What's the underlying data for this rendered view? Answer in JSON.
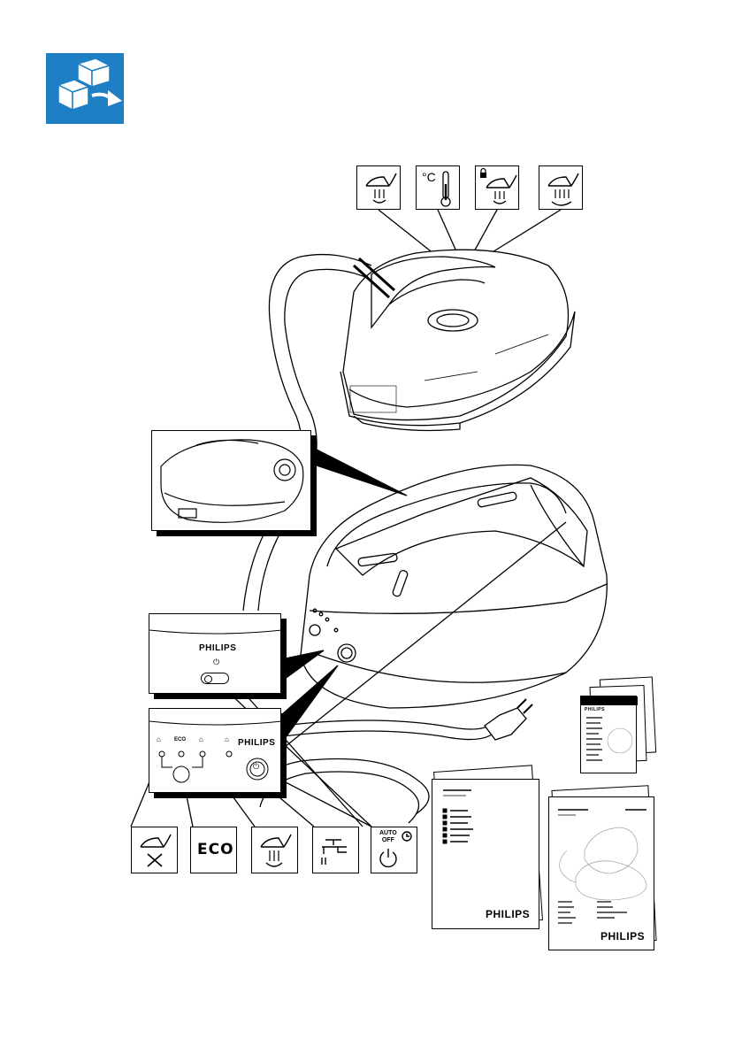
{
  "brand": "PHILIPS",
  "panel_labels": {
    "eco": "ECO"
  },
  "icons": {
    "eco": "ECO",
    "auto_off_line1": "AUTO",
    "auto_off_line2": "OFF",
    "thermometer_unit": "°C"
  },
  "colors": {
    "accent": "#1f7fc4"
  }
}
